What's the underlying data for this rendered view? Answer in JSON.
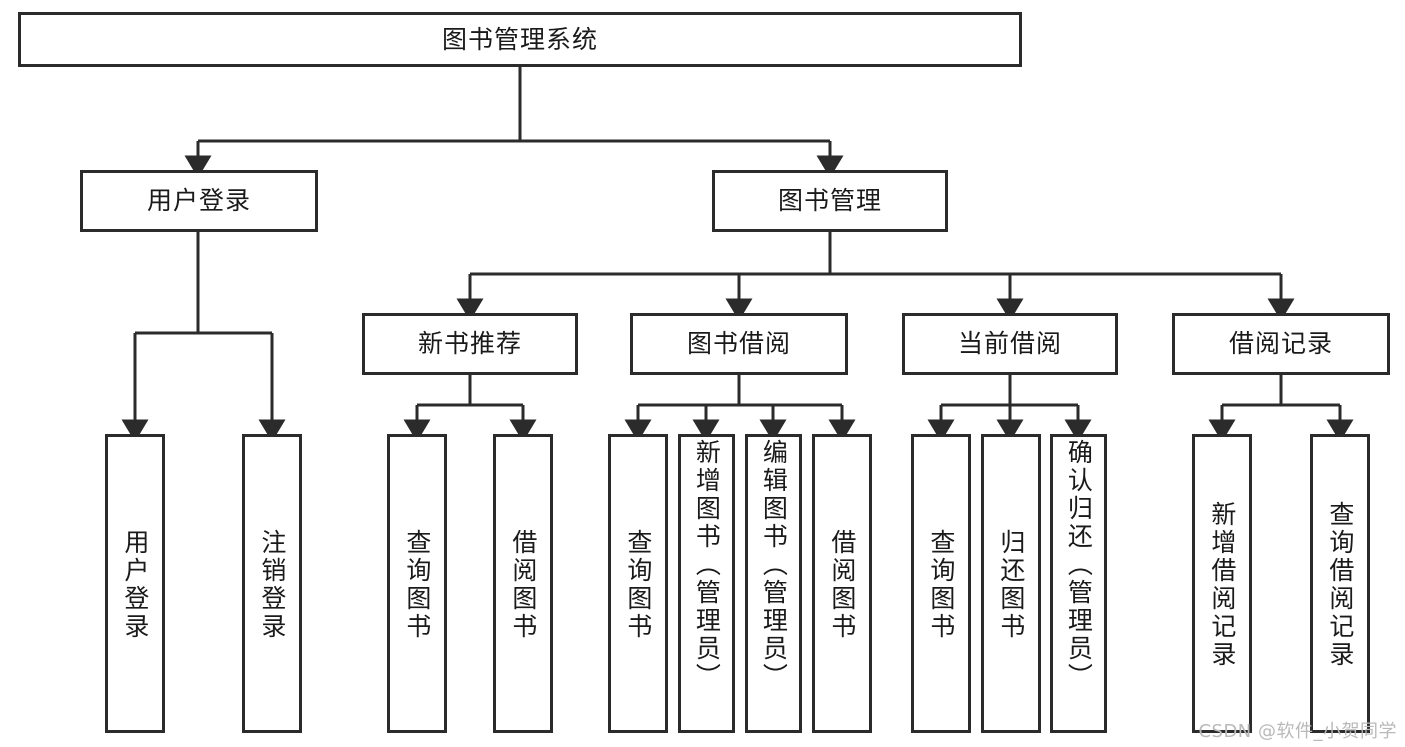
{
  "diagram": {
    "type": "tree-hierarchy",
    "title": "图书管理系统",
    "watermark": "CSDN @软件_小贺同学",
    "colors": {
      "stroke": "#2b2b2b",
      "fill": "#ffffff",
      "text": "#1a1a1a",
      "watermark": "#b9b9b9"
    },
    "levels": {
      "root": "图书管理系统",
      "level2": [
        "用户登录",
        "图书管理"
      ],
      "level3": [
        "新书推荐",
        "图书借阅",
        "当前借阅",
        "借阅记录"
      ]
    }
  },
  "nodes": {
    "root": {
      "label": "图书管理系统"
    },
    "user_login": {
      "label": "用户登录"
    },
    "book_manage": {
      "label": "图书管理"
    },
    "new_book_rec": {
      "label": "新书推荐"
    },
    "book_borrow": {
      "label": "图书借阅"
    },
    "current_borrow": {
      "label": "当前借阅"
    },
    "borrow_record": {
      "label": "借阅记录"
    },
    "leaf_user_login": {
      "label": "用户登录"
    },
    "leaf_logout": {
      "label": "注销登录"
    },
    "leaf_query_book_1": {
      "label": "查询图书"
    },
    "leaf_borrow_book_1": {
      "label": "借阅图书"
    },
    "leaf_query_book_2": {
      "label": "查询图书"
    },
    "leaf_add_book_admin": {
      "label": "新增图书（管理员）"
    },
    "leaf_edit_book_admin": {
      "label": "编辑图书（管理员）"
    },
    "leaf_borrow_book_2": {
      "label": "借阅图书"
    },
    "leaf_query_book_3": {
      "label": "查询图书"
    },
    "leaf_return_book": {
      "label": "归还图书"
    },
    "leaf_confirm_return_admin": {
      "label": "确认归还（管理员）"
    },
    "leaf_add_borrow_record": {
      "label": "新增借阅记录"
    },
    "leaf_query_borrow_record": {
      "label": "查询借阅记录"
    }
  },
  "edges": [
    {
      "from": "root",
      "to": "user_login"
    },
    {
      "from": "root",
      "to": "book_manage"
    },
    {
      "from": "user_login",
      "to": "leaf_user_login"
    },
    {
      "from": "user_login",
      "to": "leaf_logout"
    },
    {
      "from": "book_manage",
      "to": "new_book_rec"
    },
    {
      "from": "book_manage",
      "to": "book_borrow"
    },
    {
      "from": "book_manage",
      "to": "current_borrow"
    },
    {
      "from": "book_manage",
      "to": "borrow_record"
    },
    {
      "from": "new_book_rec",
      "to": "leaf_query_book_1"
    },
    {
      "from": "new_book_rec",
      "to": "leaf_borrow_book_1"
    },
    {
      "from": "book_borrow",
      "to": "leaf_query_book_2"
    },
    {
      "from": "book_borrow",
      "to": "leaf_add_book_admin"
    },
    {
      "from": "book_borrow",
      "to": "leaf_edit_book_admin"
    },
    {
      "from": "book_borrow",
      "to": "leaf_borrow_book_2"
    },
    {
      "from": "current_borrow",
      "to": "leaf_query_book_3"
    },
    {
      "from": "current_borrow",
      "to": "leaf_return_book"
    },
    {
      "from": "current_borrow",
      "to": "leaf_confirm_return_admin"
    },
    {
      "from": "borrow_record",
      "to": "leaf_add_borrow_record"
    },
    {
      "from": "borrow_record",
      "to": "leaf_query_borrow_record"
    }
  ]
}
